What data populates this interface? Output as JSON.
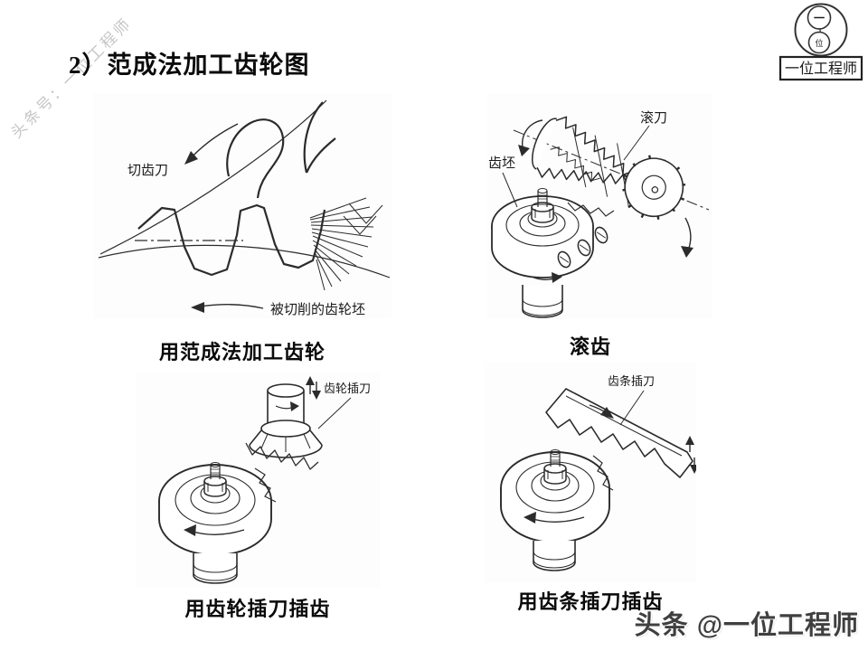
{
  "slide": {
    "title": "2）范成法加工齿轮图",
    "background_color": "#ffffff"
  },
  "watermark": {
    "text": "头条号：一位工程师",
    "color": "#c6c6c6"
  },
  "logo": {
    "circle_top_char": "一",
    "circle_bottom_char": "位",
    "name": "一位工程师"
  },
  "figures": [
    {
      "id": "generating-method",
      "caption": "用范成法加工齿轮",
      "labels": {
        "cutter": "切齿刀",
        "blank": "被切削的齿轮坯"
      }
    },
    {
      "id": "hobbing",
      "caption": "滚齿",
      "labels": {
        "hob": "滚刀",
        "blank": "齿坯"
      }
    },
    {
      "id": "gear-shaper",
      "caption": "用齿轮插刀插齿",
      "labels": {
        "cutter": "齿轮插刀"
      }
    },
    {
      "id": "rack-shaper",
      "caption": "用齿条插刀插齿",
      "labels": {
        "cutter": "齿条插刀"
      }
    }
  ],
  "branding": {
    "text": "头条 @一位工程师"
  },
  "colors": {
    "line_art": "#2b2b2b",
    "watermark": "#c6c6c6",
    "branding_text": "#3f3f3f"
  }
}
